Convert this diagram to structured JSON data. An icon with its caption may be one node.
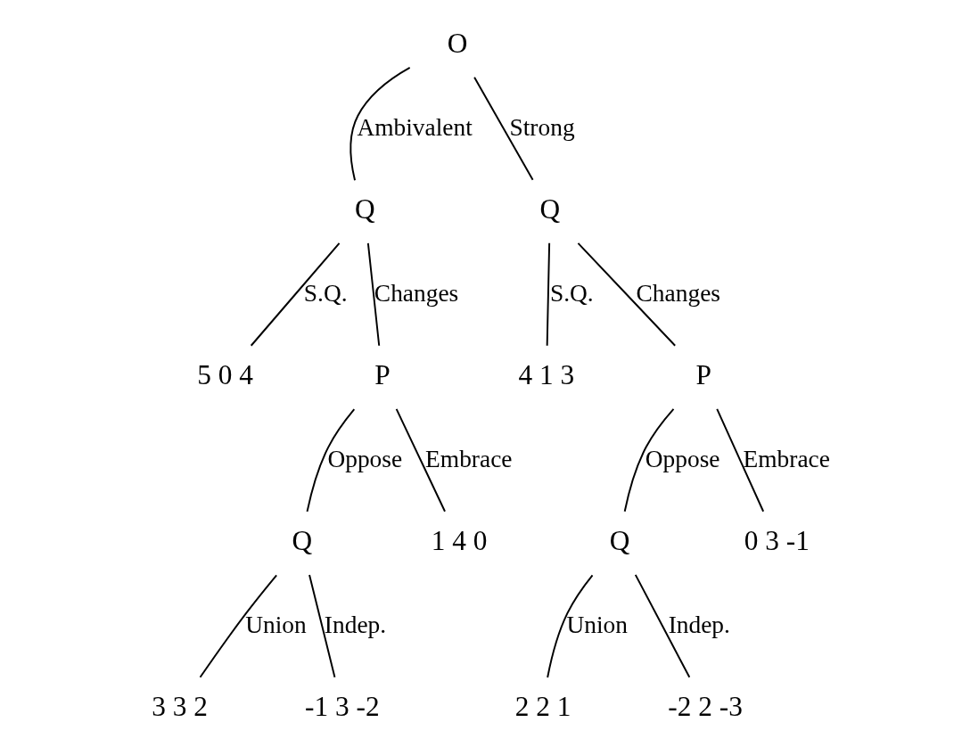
{
  "diagram": {
    "nodes": [
      {
        "text": [
          "O"
        ]
      },
      {
        "text": [
          "Q"
        ]
      },
      {
        "text": [
          "Q"
        ]
      },
      {
        "text": [
          "5 0 4"
        ]
      },
      {
        "text": [
          "P"
        ]
      },
      {
        "text": [
          "4 1 3"
        ]
      },
      {
        "text": [
          "P"
        ]
      },
      {
        "text": [
          "Q"
        ]
      },
      {
        "text": [
          "1 4 0"
        ]
      },
      {
        "text": [
          "Q"
        ]
      },
      {
        "text": [
          "0 3 -1"
        ]
      },
      {
        "text": [
          "3 3 2"
        ]
      },
      {
        "text": [
          "-1 3 -2"
        ]
      },
      {
        "text": [
          "2 2 1"
        ]
      },
      {
        "text": [
          "-2 2 -3"
        ]
      }
    ],
    "edges": [
      {
        "from": 0,
        "to": 1,
        "arrow": "none",
        "label": "Ambivalent"
      },
      {
        "from": 0,
        "to": 2,
        "arrow": "none",
        "label": "Strong"
      },
      {
        "from": 1,
        "to": 3,
        "arrow": "none",
        "label": "S.Q."
      },
      {
        "from": 1,
        "to": 4,
        "arrow": "none",
        "label": "Changes"
      },
      {
        "from": 2,
        "to": 5,
        "arrow": "none",
        "label": "S.Q."
      },
      {
        "from": 2,
        "to": 6,
        "arrow": "none",
        "label": "Changes"
      },
      {
        "from": 4,
        "to": 7,
        "arrow": "none",
        "label": "Oppose"
      },
      {
        "from": 4,
        "to": 8,
        "arrow": "none",
        "label": "Embrace"
      },
      {
        "from": 6,
        "to": 9,
        "arrow": "none",
        "label": "Oppose"
      },
      {
        "from": 6,
        "to": 10,
        "arrow": "none",
        "label": "Embrace"
      },
      {
        "from": 7,
        "to": 11,
        "arrow": "none",
        "label": "Union"
      },
      {
        "from": 7,
        "to": 12,
        "arrow": "none",
        "label": "Indep."
      },
      {
        "from": 9,
        "to": 13,
        "arrow": "none",
        "label": "Union"
      },
      {
        "from": 9,
        "to": 14,
        "arrow": "none",
        "label": "Indep."
      }
    ]
  }
}
